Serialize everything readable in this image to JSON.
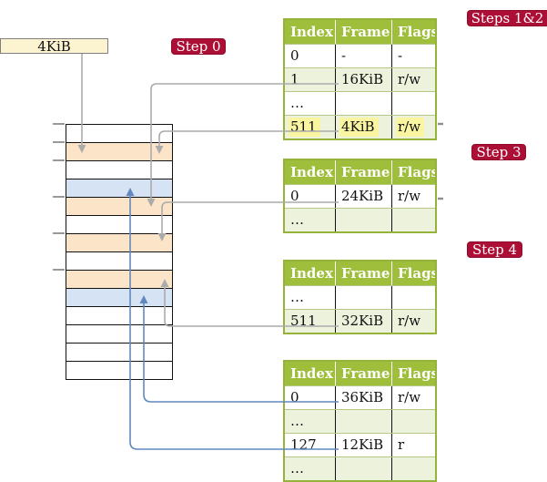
{
  "legend": {
    "frame_box_label": "4KiB"
  },
  "badges": {
    "step0": "Step 0",
    "steps12": "Steps 1&2",
    "step3": "Step 3",
    "step4": "Step 4"
  },
  "table_headers": [
    "Index",
    "Frame",
    "Flags"
  ],
  "tables": [
    {
      "id": "table-steps-1-2",
      "rows": [
        [
          "0",
          "-",
          "-"
        ],
        [
          "1",
          "16KiB",
          "r/w"
        ],
        [
          "…",
          "",
          ""
        ],
        [
          "511",
          "4KiB",
          "r/w"
        ]
      ]
    },
    {
      "id": "table-step-3",
      "rows": [
        [
          "0",
          "24KiB",
          "r/w"
        ],
        [
          "…",
          "",
          ""
        ]
      ]
    },
    {
      "id": "table-step-4",
      "rows": [
        [
          "…",
          "",
          ""
        ],
        [
          "511",
          "32KiB",
          "r/w"
        ]
      ]
    },
    {
      "id": "table-final",
      "rows": [
        [
          "0",
          "36KiB",
          "r/w"
        ],
        [
          "…",
          "",
          ""
        ],
        [
          "127",
          "12KiB",
          "r"
        ],
        [
          "…",
          "",
          ""
        ]
      ]
    }
  ],
  "memory": {
    "cells": [
      {
        "color": "#FFFFFF"
      },
      {
        "color": "#FCE4C9"
      },
      {
        "color": "#FFFFFF"
      },
      {
        "color": "#D6E3F4"
      },
      {
        "color": "#FCE4C9"
      },
      {
        "color": "#FFFFFF"
      },
      {
        "color": "#FCE4C9"
      },
      {
        "color": "#FFFFFF"
      },
      {
        "color": "#FCE4C9"
      },
      {
        "color": "#D6E3F4"
      },
      {
        "color": "#FFFFFF"
      },
      {
        "color": "#FFFFFF"
      },
      {
        "color": "#FFFFFF"
      },
      {
        "color": "#FFFFFF"
      }
    ]
  },
  "colors": {
    "badge_bg": "#AD0E35",
    "badge_text": "#FFFFFF",
    "table_header_bg": "#9FBE3C",
    "table_border": "#95B23A",
    "row_shade": "#ECF2DC",
    "row_divider": "#B6C887",
    "highlight": "#FAF5A1",
    "cell_peach": "#FCE4C9",
    "cell_blue": "#D6E3F4",
    "box_fill": "#FCF3D0",
    "arrow_gray": "#ABABAB",
    "arrow_blue": "#6288BE"
  }
}
